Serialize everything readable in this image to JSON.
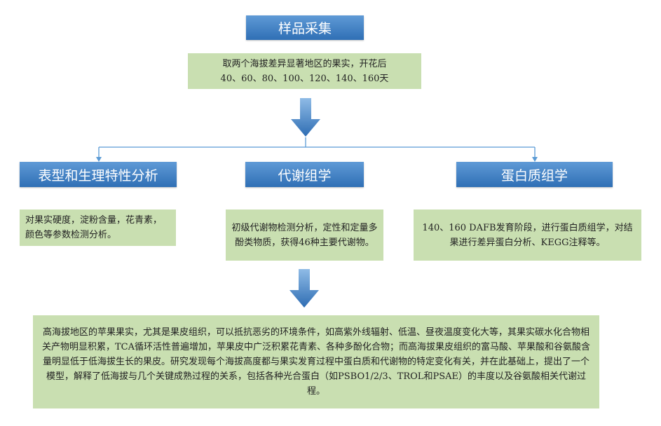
{
  "colors": {
    "header_box": "#3f80c4",
    "text_box": "#c9dfb1",
    "connector": "#5b9bd5"
  },
  "nodes": {
    "sample_collection": {
      "title": "样品采集",
      "detail_line1": "取两个海拔差异显著地区的果实，开花后",
      "detail_line2": "40、60、80、100、120、140、160天"
    },
    "phenotype": {
      "title": "表型和生理特性分析",
      "detail": "对果实硬度，淀粉含量，花青素，颜色等参数检测分析。"
    },
    "metabolomics": {
      "title": "代谢组学",
      "detail": "初级代谢物检测分析，定性和定量多酚类物质，获得46种主要代谢物。"
    },
    "proteomics": {
      "title": "蛋白质组学",
      "detail": "140、160 DAFB发育阶段，进行蛋白质组学，对结果进行差异蛋白分析、KEGG注释等。"
    },
    "conclusion": {
      "detail": "高海拔地区的苹果果实，尤其是果皮组织，可以抵抗恶劣的环境条件，如高紫外线辐射、低温、昼夜温度变化大等，其果实碳水化合物相关产物明显积累，TCA循环活性普遍增加，苹果皮中广泛积累花青素、各种多酚化合物；而高海拔果皮组织的富马酸、苹果酸和谷氨酸含量明显低于低海拔生长的果皮。研究发现每个海拔高度都与果实发育过程中蛋白质和代谢物的特定变化有关，并在此基础上，提出了一个模型，解释了低海拔与几个关键成熟过程的关系，包括各种光合蛋白（如PSBO1/2/3、TROL和PSAE）的丰度以及谷氨酸相关代谢过程。"
    }
  }
}
